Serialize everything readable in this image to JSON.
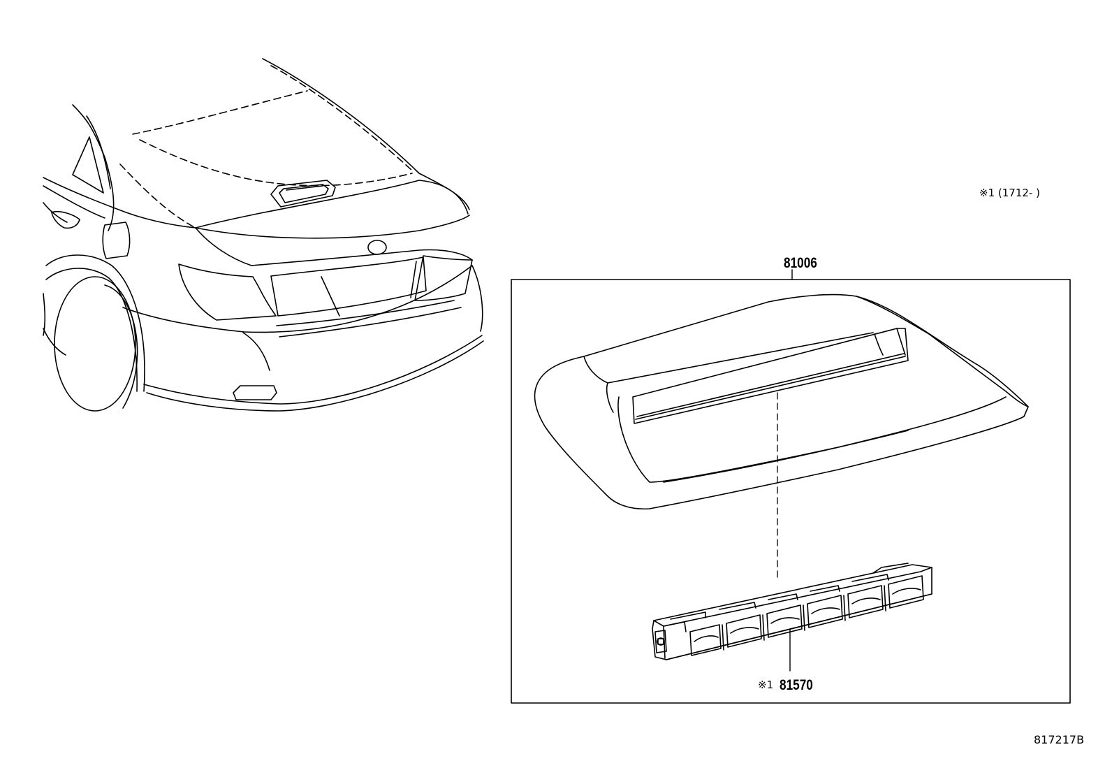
{
  "note": {
    "text": "※1 (1712-      )"
  },
  "parts": {
    "assembly_number": "81006",
    "sub_mark": "※1",
    "sub_number": "81570"
  },
  "diagram_code": "817217B"
}
